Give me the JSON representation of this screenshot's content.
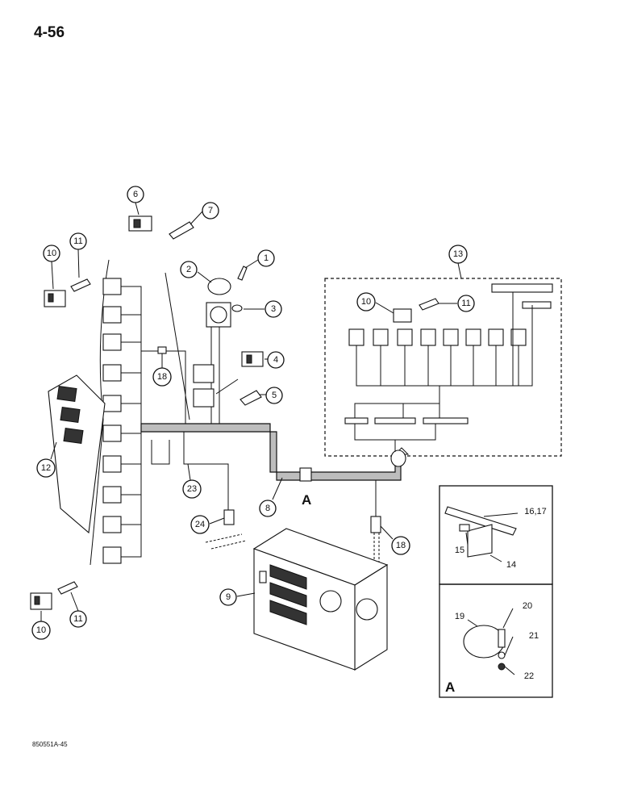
{
  "page_number": "4-56",
  "document_code": "850551A-45",
  "view_labels": [
    "A",
    "A"
  ],
  "callouts": [
    {
      "id": "c6",
      "label": "6"
    },
    {
      "id": "c7",
      "label": "7"
    },
    {
      "id": "c10a",
      "label": "10"
    },
    {
      "id": "c11a",
      "label": "11"
    },
    {
      "id": "c1",
      "label": "1"
    },
    {
      "id": "c2",
      "label": "2"
    },
    {
      "id": "c3",
      "label": "3"
    },
    {
      "id": "c13",
      "label": "13"
    },
    {
      "id": "c10b",
      "label": "10"
    },
    {
      "id": "c11b",
      "label": "11"
    },
    {
      "id": "c4",
      "label": "4"
    },
    {
      "id": "c5",
      "label": "5"
    },
    {
      "id": "c18a",
      "label": "18"
    },
    {
      "id": "c12",
      "label": "12"
    },
    {
      "id": "c23",
      "label": "23"
    },
    {
      "id": "c8",
      "label": "8"
    },
    {
      "id": "c24",
      "label": "24"
    },
    {
      "id": "c18b",
      "label": "18"
    },
    {
      "id": "c9",
      "label": "9"
    },
    {
      "id": "c10c",
      "label": "10"
    },
    {
      "id": "c11c",
      "label": "11"
    }
  ],
  "inset_labels": [
    {
      "id": "l1617",
      "label": "16,17"
    },
    {
      "id": "l15",
      "label": "15"
    },
    {
      "id": "l14",
      "label": "14"
    },
    {
      "id": "l19",
      "label": "19"
    },
    {
      "id": "l20",
      "label": "20"
    },
    {
      "id": "l21",
      "label": "21"
    },
    {
      "id": "l22",
      "label": "22"
    }
  ]
}
